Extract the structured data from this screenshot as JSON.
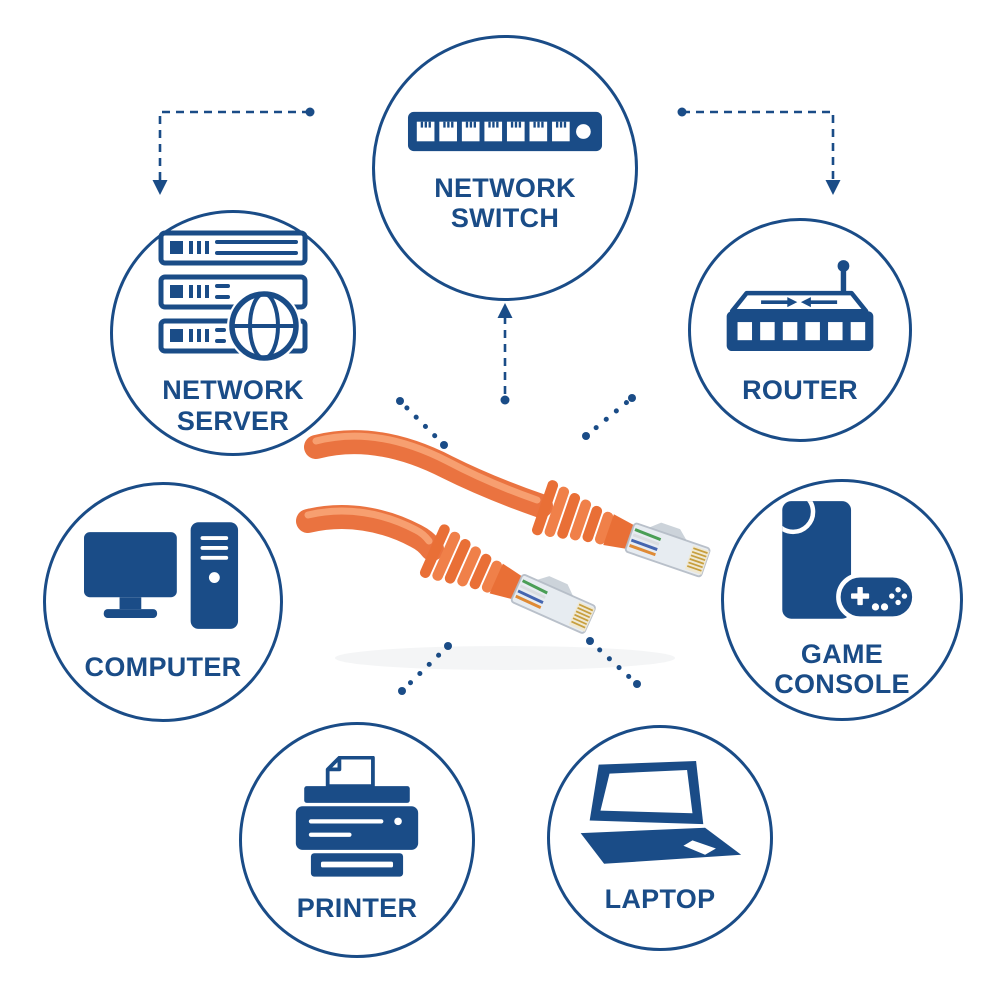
{
  "diagram": {
    "accent_color": "#1a4c87",
    "cable_color": "#ec7740",
    "center": {
      "name": "ethernet-patch-cable"
    },
    "nodes": [
      {
        "id": "network-switch",
        "label": "NETWORK SWITCH",
        "icon": "network-switch-icon"
      },
      {
        "id": "network-server",
        "label": "NETWORK SERVER",
        "icon": "network-server-icon"
      },
      {
        "id": "router",
        "label": "ROUTER",
        "icon": "router-icon"
      },
      {
        "id": "computer",
        "label": "COMPUTER",
        "icon": "computer-icon"
      },
      {
        "id": "game-console",
        "label": "GAME CONSOLE",
        "icon": "game-console-icon"
      },
      {
        "id": "printer",
        "label": "PRINTER",
        "icon": "printer-icon"
      },
      {
        "id": "laptop",
        "label": "LAPTOP",
        "icon": "laptop-icon"
      }
    ],
    "connections": [
      {
        "type": "dashed-elbow-arrow",
        "to": "network-server"
      },
      {
        "type": "dashed-elbow-arrow",
        "to": "router"
      },
      {
        "type": "dashed-arrow-up",
        "from": "cable",
        "to": "network-switch"
      },
      {
        "type": "dotted-line",
        "from": "cable",
        "to": "network-server"
      },
      {
        "type": "dotted-line",
        "from": "cable",
        "to": "router"
      },
      {
        "type": "dotted-line",
        "from": "cable",
        "to": "printer"
      },
      {
        "type": "dotted-line",
        "from": "cable",
        "to": "laptop"
      }
    ]
  }
}
